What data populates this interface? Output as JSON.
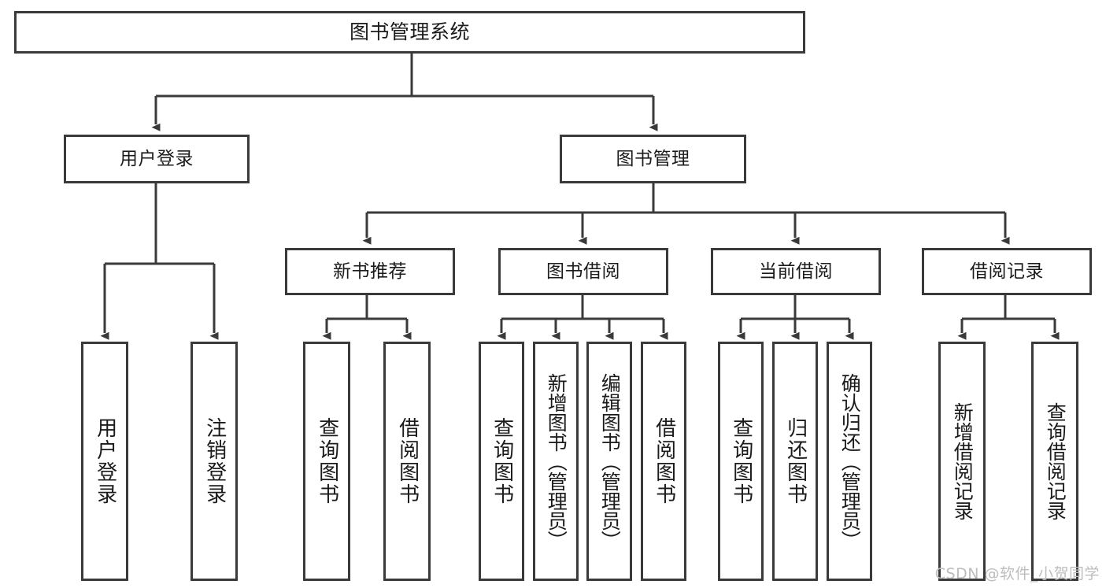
{
  "diagram": {
    "title": "图书管理系统",
    "type": "tree-hierarchy-diagram",
    "colors": {
      "stroke": "#3a3a3a",
      "fill": "#ffffff",
      "text": "#1b1b1b",
      "watermark": "#bdbdbd"
    }
  },
  "nodes": {
    "root": {
      "label": "图书管理系统"
    },
    "level2": [
      {
        "label": "用户登录"
      },
      {
        "label": "图书管理"
      }
    ],
    "level3": [
      {
        "label": "新书推荐"
      },
      {
        "label": "图书借阅"
      },
      {
        "label": "当前借阅"
      },
      {
        "label": "借阅记录"
      }
    ],
    "leaves": {
      "user_login": [
        {
          "label": "用户登录"
        },
        {
          "label": "注销登录"
        }
      ],
      "new_book_recommend": [
        {
          "label": "查询图书"
        },
        {
          "label": "借阅图书"
        }
      ],
      "book_borrow": [
        {
          "label": "查询图书"
        },
        {
          "label": "新增图书（管理员）"
        },
        {
          "label": "编辑图书（管理员）"
        },
        {
          "label": "借阅图书"
        }
      ],
      "current_borrow": [
        {
          "label": "查询图书"
        },
        {
          "label": "归还图书"
        },
        {
          "label": "确认归还（管理员）"
        }
      ],
      "borrow_record": [
        {
          "label": "新增借阅记录"
        },
        {
          "label": "查询借阅记录"
        }
      ]
    }
  },
  "watermark": {
    "text": "CSDN @软件_小贺同学"
  }
}
